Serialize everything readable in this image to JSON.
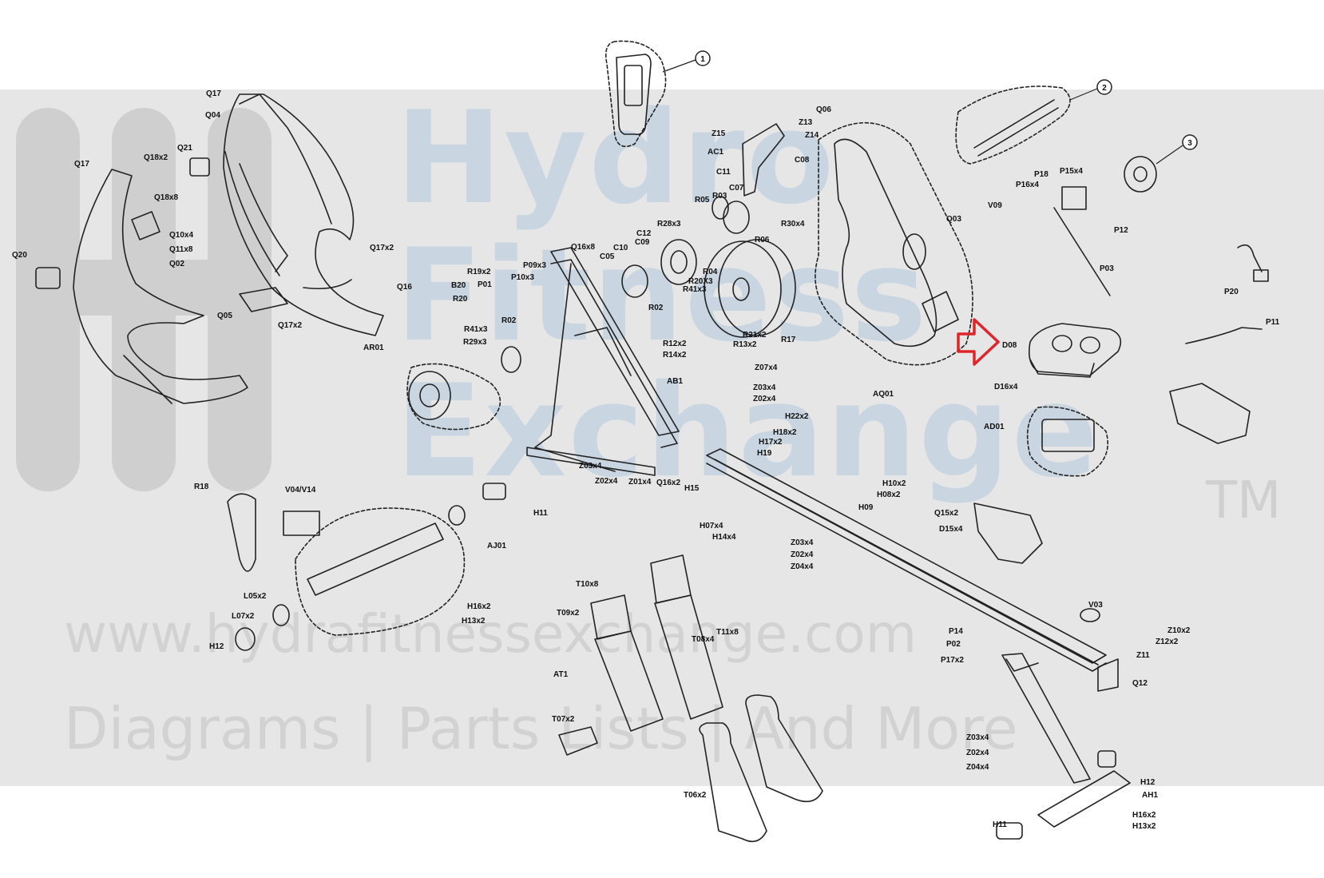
{
  "watermark": {
    "line1": "Hydro",
    "line2": "Fitness",
    "line3": "Exchange",
    "trademark": "TM",
    "url": "www.hydrafitnessexchange.com",
    "tagline": "Diagrams | Parts Lists | And More"
  },
  "callouts": [
    "1",
    "2",
    "3"
  ],
  "colors": {
    "highlight": "#e0252a",
    "line": "#222222",
    "watermark_band": "#e6e6e6"
  },
  "labels": {
    "Q17": "Q17",
    "Q04": "Q04",
    "Q21": "Q21",
    "Q18x2": "Q18x2",
    "Q17b": "Q17",
    "Q18x8": "Q18x8",
    "Q10x4": "Q10x4",
    "Q11x8": "Q11x8",
    "Q20": "Q20",
    "Q02": "Q02",
    "Q17x2": "Q17x2",
    "Q16": "Q16",
    "Q05": "Q05",
    "Q17x2b": "Q17x2",
    "Q06": "Q06",
    "Z13": "Z13",
    "Z14": "Z14",
    "Z15": "Z15",
    "AC1": "AC1",
    "C08": "C08",
    "C11": "C11",
    "C07": "C07",
    "R03": "R03",
    "R05": "R05",
    "R30x4": "R30x4",
    "R06": "R06",
    "R28x3": "R28x3",
    "C12": "C12",
    "C10": "C10",
    "C09": "C09",
    "Q16x8": "Q16x8",
    "C05": "C05",
    "P09x3": "P09x3",
    "R19x2": "R19x2",
    "P10x3": "P10x3",
    "B20": "B20",
    "P01": "P01",
    "R20": "R20",
    "R04": "R04",
    "R20X3": "R20X3",
    "R41x3": "R41x3",
    "R02": "R02",
    "R02b": "R02",
    "R41x3b": "R41x3",
    "R29x3": "R29x3",
    "AR01": "AR01",
    "R12x2": "R12x2",
    "R14x2": "R14x2",
    "R21x2": "R21x2",
    "R13x2": "R13x2",
    "R17": "R17",
    "Z07x4": "Z07x4",
    "AB1": "AB1",
    "Z03x4": "Z03x4",
    "Z02x4": "Z02x4",
    "H22x2": "H22x2",
    "H18x2": "H18x2",
    "H17x2": "H17x2",
    "H19": "H19",
    "Z03x4b": "Z03x4",
    "Z02x4b": "Z02x4",
    "Z01x4": "Z01x4",
    "Q16x2": "Q16x2",
    "H15": "H15",
    "Q03": "Q03",
    "V09": "V09",
    "AQ01": "AQ01",
    "D08": "D08",
    "D16x4": "D16x4",
    "AD01": "AD01",
    "P18": "P18",
    "P16x4": "P16x4",
    "P15x4": "P15x4",
    "P12": "P12",
    "P03": "P03",
    "P20": "P20",
    "P11": "P11",
    "R18": "R18",
    "V04/V14": "V04/V14",
    "H11": "H11",
    "AJ01": "AJ01",
    "L05x2": "L05x2",
    "L07x2": "L07x2",
    "H12": "H12",
    "H16x2": "H16x2",
    "H13x2": "H13x2",
    "H10x2": "H10x2",
    "H08x2": "H08x2",
    "H09": "H09",
    "H07x4": "H07x4",
    "H14x4": "H14x4",
    "Z03x4c": "Z03x4",
    "Z02x4c": "Z02x4",
    "Z04x4": "Z04x4",
    "Q15x2": "Q15x2",
    "D15x4": "D15x4",
    "T10x8": "T10x8",
    "T09x2": "T09x2",
    "T08x4": "T08x4",
    "T11x8": "T11x8",
    "AT1": "AT1",
    "T07x2": "T07x2",
    "T06x2": "T06x2",
    "V03": "V03",
    "Z10x2": "Z10x2",
    "Z12x2": "Z12x2",
    "Z11": "Z11",
    "P14": "P14",
    "P02": "P02",
    "P17x2": "P17x2",
    "Q12": "Q12",
    "Z03x4d": "Z03x4",
    "Z02x4d": "Z02x4",
    "Z04x4d": "Z04x4",
    "H12b": "H12",
    "AH1": "AH1",
    "H16x2b": "H16x2",
    "H13x2b": "H13x2",
    "H11b": "H11"
  }
}
